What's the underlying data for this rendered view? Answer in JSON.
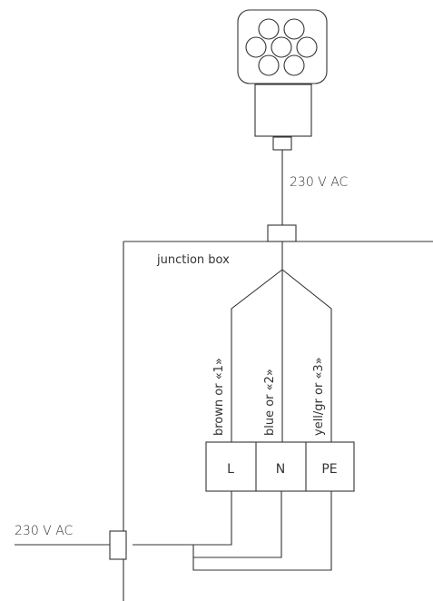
{
  "labels": {
    "top_voltage": "230 V AC",
    "left_voltage": "230 V AC",
    "junction_box": "junction box",
    "wire_L": "brown or «1»",
    "wire_N": "blue or «2»",
    "wire_PE": "yell/gr or «3»"
  },
  "terminals": [
    "L",
    "N",
    "PE"
  ],
  "colors": {
    "line": "#333333",
    "background": "#ffffff"
  },
  "icons": {
    "connector": "round-pin-connector-icon"
  }
}
